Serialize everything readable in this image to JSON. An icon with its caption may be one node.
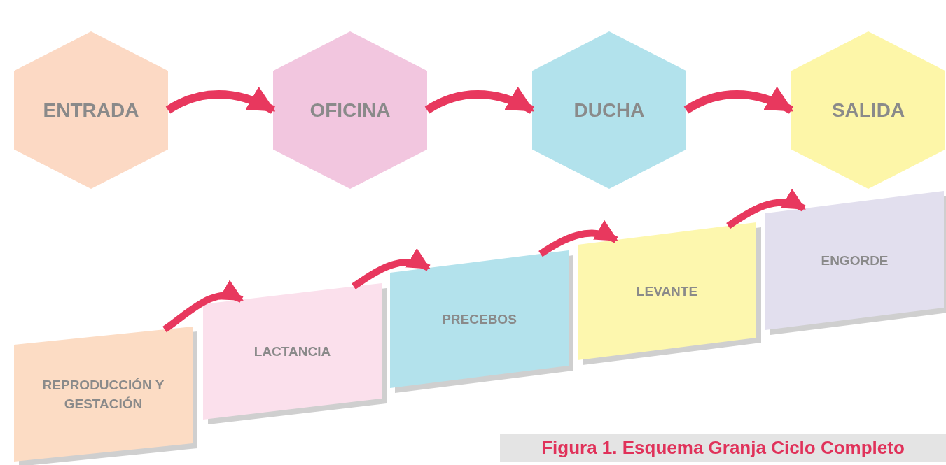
{
  "diagram": {
    "caption": "Figura 1. Esquema Granja Ciclo Completo",
    "nodes": [
      {
        "text": [
          "ENTRADA"
        ]
      },
      {
        "text": [
          "OFICINA"
        ]
      },
      {
        "text": [
          "DUCHA"
        ]
      },
      {
        "text": [
          "SALIDA"
        ]
      },
      {
        "text": [
          "REPRODUCCIÓN Y GESTACIÓN"
        ]
      },
      {
        "text": [
          "LACTANCIA"
        ]
      },
      {
        "text": [
          "PRECEBOS"
        ]
      },
      {
        "text": [
          "LEVANTE"
        ]
      },
      {
        "text": [
          "ENGORDE"
        ]
      }
    ],
    "edges": [
      {
        "from": 0,
        "to": 1,
        "arrow": "to"
      },
      {
        "from": 1,
        "to": 2,
        "arrow": "to"
      },
      {
        "from": 2,
        "to": 3,
        "arrow": "to"
      },
      {
        "from": 4,
        "to": 5,
        "arrow": "to"
      },
      {
        "from": 5,
        "to": 6,
        "arrow": "to"
      },
      {
        "from": 6,
        "to": 7,
        "arrow": "to"
      },
      {
        "from": 7,
        "to": 8,
        "arrow": "to"
      }
    ]
  }
}
